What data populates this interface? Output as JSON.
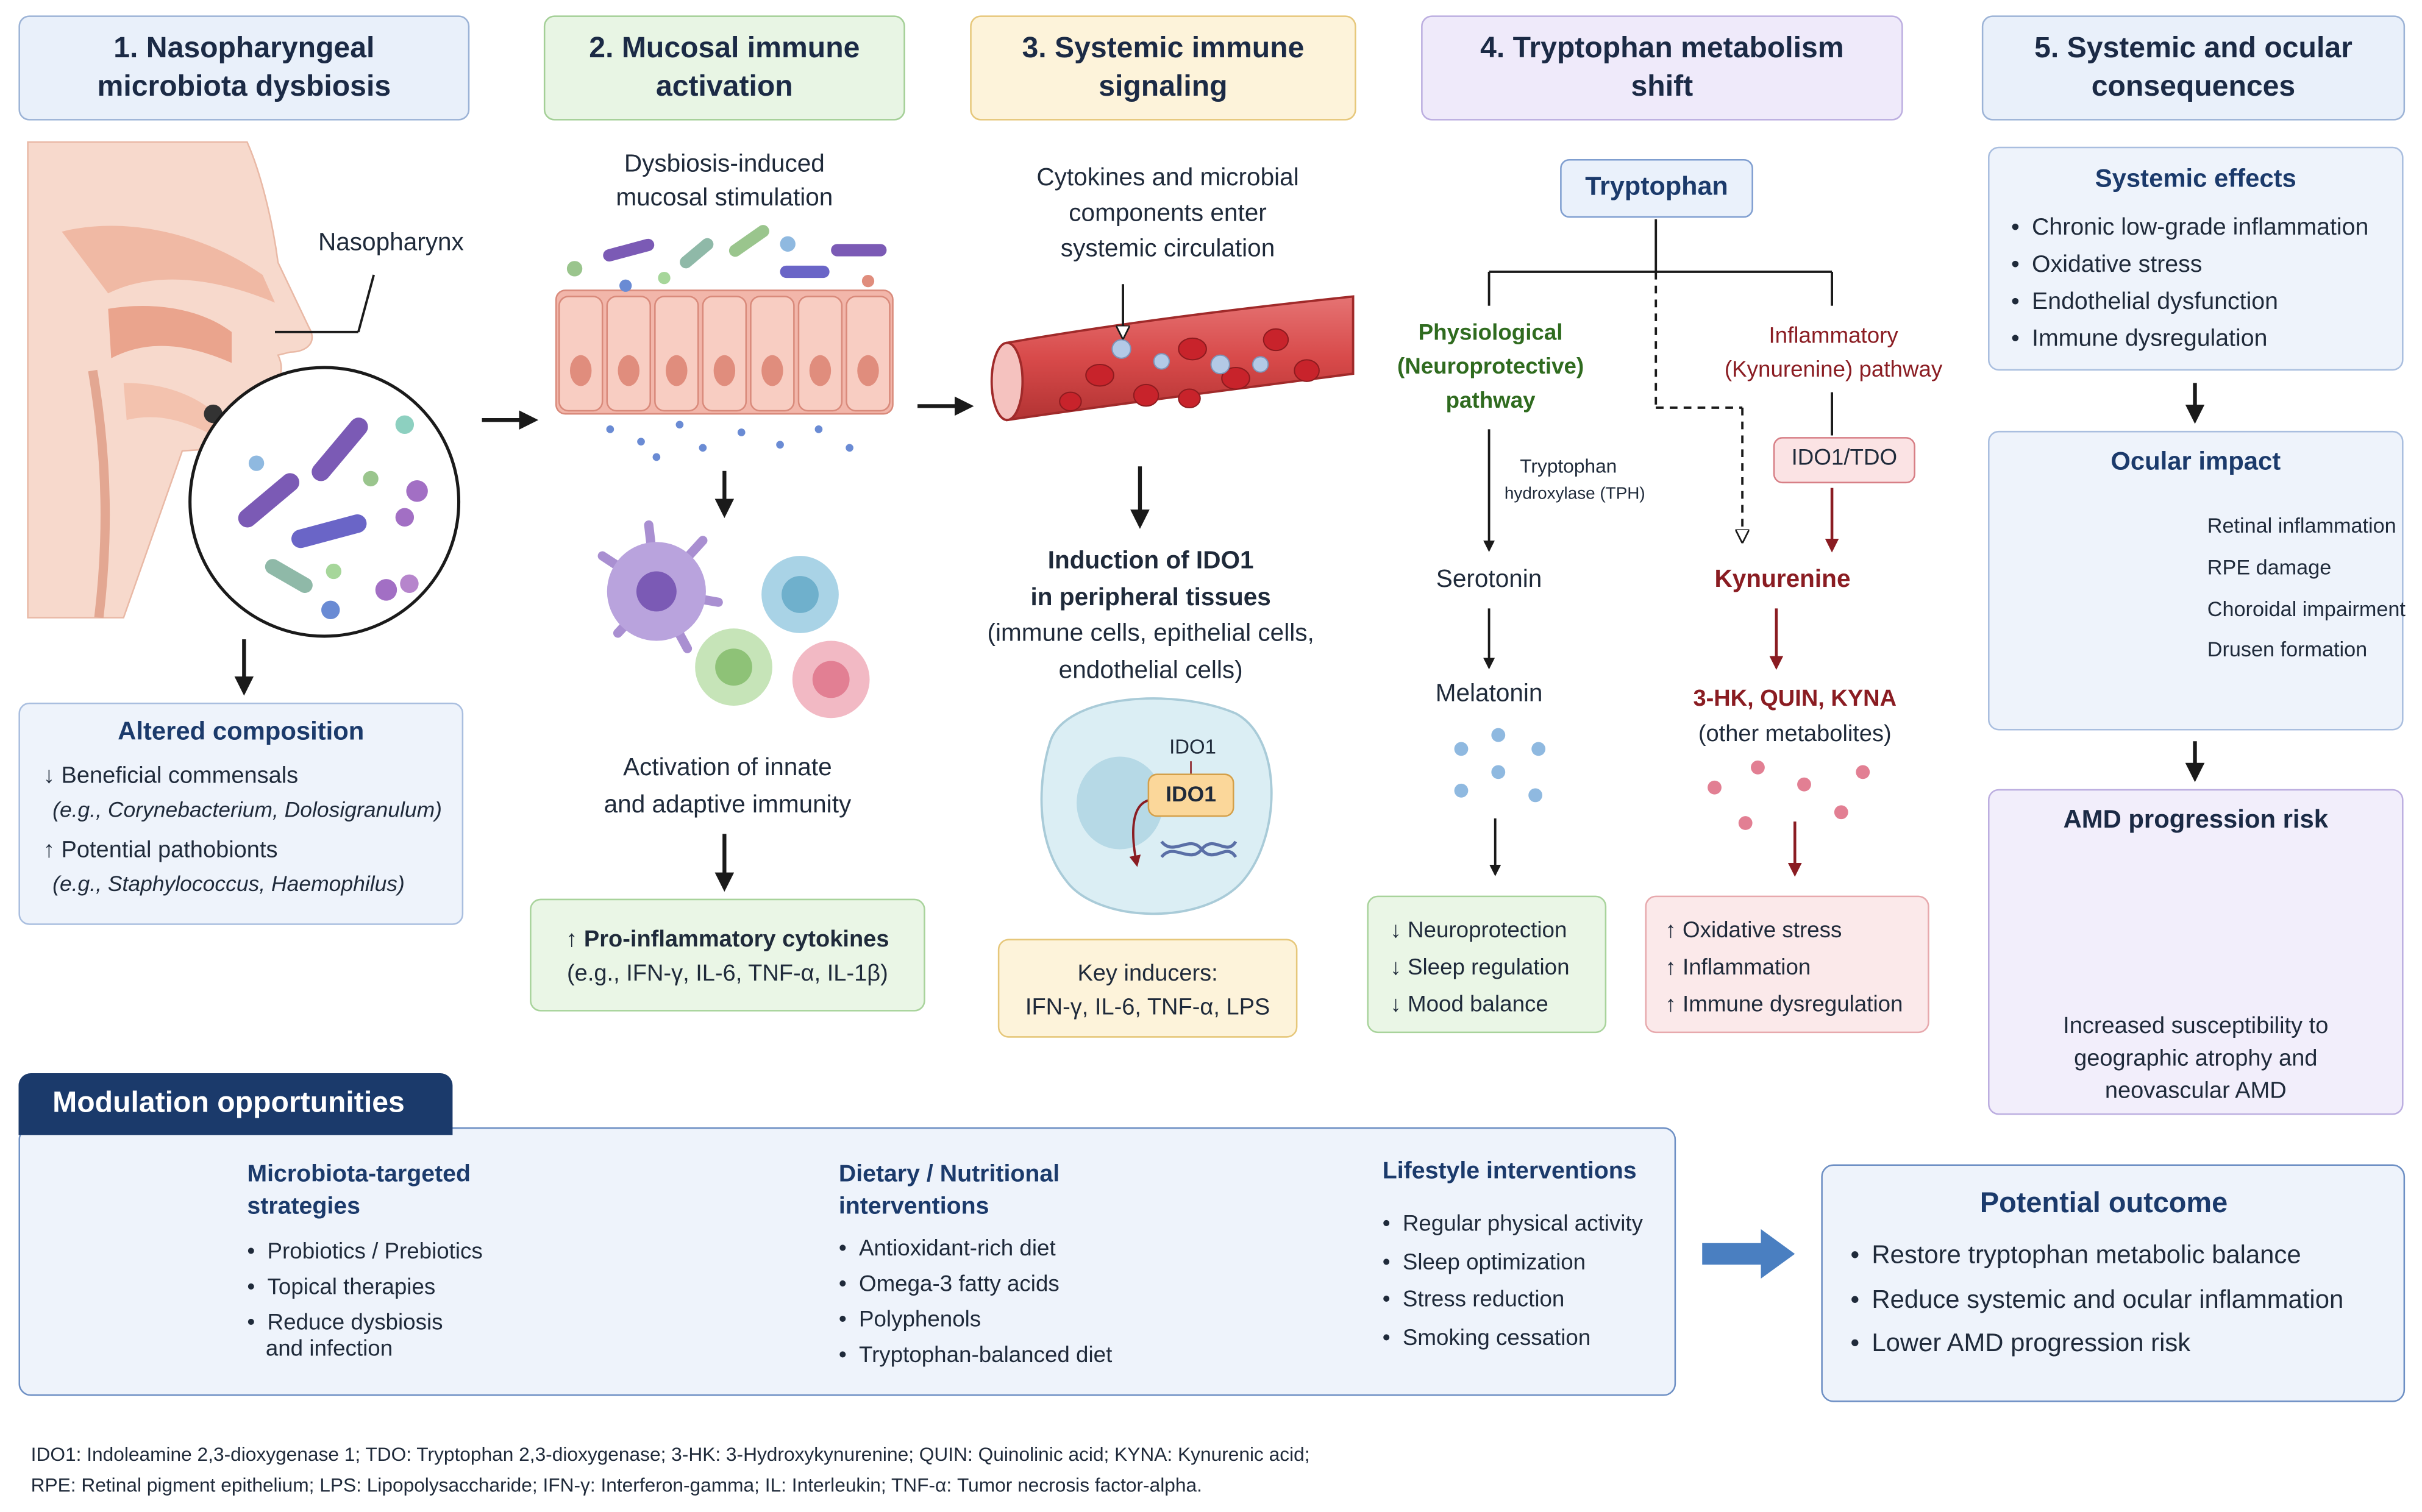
{
  "headers": [
    {
      "line1": "1. Nasopharyngeal",
      "line2": "microbiota dysbiosis"
    },
    {
      "line1": "2. Mucosal immune",
      "line2": "activation"
    },
    {
      "line1": "3. Systemic immune",
      "line2": "signaling"
    },
    {
      "line1": "4. Tryptophan metabolism",
      "line2": "shift"
    },
    {
      "line1": "5. Systemic and ocular",
      "line2": "consequences"
    }
  ],
  "col1": {
    "nasopharynx_label": "Nasopharynx",
    "altered": {
      "title": "Altered composition",
      "beneficial": "↓ Beneficial commensals",
      "beneficial_eg": "(e.g., Corynebacterium, Dolosigranulum)",
      "pathobionts": "↑ Potential pathobionts",
      "pathobionts_eg": "(e.g., Staphylococcus, Haemophilus)"
    }
  },
  "col2": {
    "stim_line1": "Dysbiosis-induced",
    "stim_line2": "mucosal stimulation",
    "act_line1": "Activation of innate",
    "act_line2": "and adaptive immunity",
    "cyto_line1": "↑ Pro-inflammatory cytokines",
    "cyto_line2": "(e.g., IFN-γ, IL-6, TNF-α, IL-1β)"
  },
  "col3": {
    "enter_line1": "Cytokines and microbial",
    "enter_line2": "components enter",
    "enter_line3": "systemic circulation",
    "ind_line1": "Induction of IDO1",
    "ind_line2": "in peripheral tissues",
    "ind_line3": "(immune cells, epithelial cells,",
    "ind_line4": "endothelial cells)",
    "cell_label_small": "IDO1",
    "cell_label_box": "IDO1",
    "key_line1": "Key inducers:",
    "key_line2": "IFN-γ, IL-6, TNF-α, LPS"
  },
  "col4": {
    "tryptophan": "Tryptophan",
    "phys_line1": "Physiological",
    "phys_line2": "(Neuroprotective)",
    "phys_line3": "pathway",
    "infl_line1": "Inflammatory",
    "infl_line2": "(Kynurenine) pathway",
    "tph_line1": "Tryptophan",
    "tph_line2": "hydroxylase (TPH)",
    "ido_tdo": "IDO1/TDO",
    "serotonin": "Serotonin",
    "melatonin": "Melatonin",
    "kynurenine": "Kynurenine",
    "metab_line1": "3-HK, QUIN, KYNA",
    "metab_line2": "(other metabolites)",
    "left_effects": [
      "↓ Neuroprotection",
      "↓ Sleep regulation",
      "↓ Mood balance"
    ],
    "right_effects": [
      "↑ Oxidative stress",
      "↑ Inflammation",
      "↑ Immune dysregulation"
    ]
  },
  "col5": {
    "systemic_title": "Systemic effects",
    "systemic_items": [
      "Chronic low-grade inflammation",
      "Oxidative stress",
      "Endothelial dysfunction",
      "Immune dysregulation"
    ],
    "ocular_title": "Ocular impact",
    "ocular_items": [
      "Retinal inflammation",
      "RPE damage",
      "Choroidal impairment",
      "Drusen formation"
    ],
    "amd_title": "AMD progression risk",
    "amd_line1": "Increased susceptibility to",
    "amd_line2": "geographic atrophy and",
    "amd_line3": "neovascular AMD"
  },
  "modulation": {
    "tab": "Modulation opportunities",
    "micro_line1": "Microbiota-targeted",
    "micro_line2": "strategies",
    "micro_items": [
      "Probiotics / Prebiotics",
      "Topical therapies",
      "Reduce dysbiosis"
    ],
    "micro_item_cont": "and infection",
    "diet_line1": "Dietary / Nutritional",
    "diet_line2": "interventions",
    "diet_items": [
      "Antioxidant-rich diet",
      "Omega-3 fatty acids",
      "Polyphenols",
      "Tryptophan-balanced diet"
    ],
    "life_title": "Lifestyle interventions",
    "life_items": [
      "Regular physical activity",
      "Sleep optimization",
      "Stress reduction",
      "Smoking cessation"
    ]
  },
  "outcome": {
    "title": "Potential outcome",
    "items": [
      "Restore tryptophan metabolic balance",
      "Reduce systemic and ocular inflammation",
      "Lower AMD progression risk"
    ]
  },
  "footnote": {
    "line1": "IDO1: Indoleamine 2,3-dioxygenase 1; TDO: Tryptophan 2,3-dioxygenase; 3-HK: 3-Hydroxykynurenine; QUIN: Quinolinic acid; KYNA: Kynurenic acid;",
    "line2": "RPE: Retinal pigment epithelium; LPS: Lipopolysaccharide; IFN-γ: Interferon-gamma; IL: Interleukin; TNF-α: Tumor necrosis factor-alpha."
  },
  "colors": {
    "navy": "#1b3a6b",
    "green_text": "#2f6b1f",
    "red_text": "#8a1c22",
    "arrow": "#1a1a1a",
    "outcome_arrow": "#4a7fc1"
  }
}
